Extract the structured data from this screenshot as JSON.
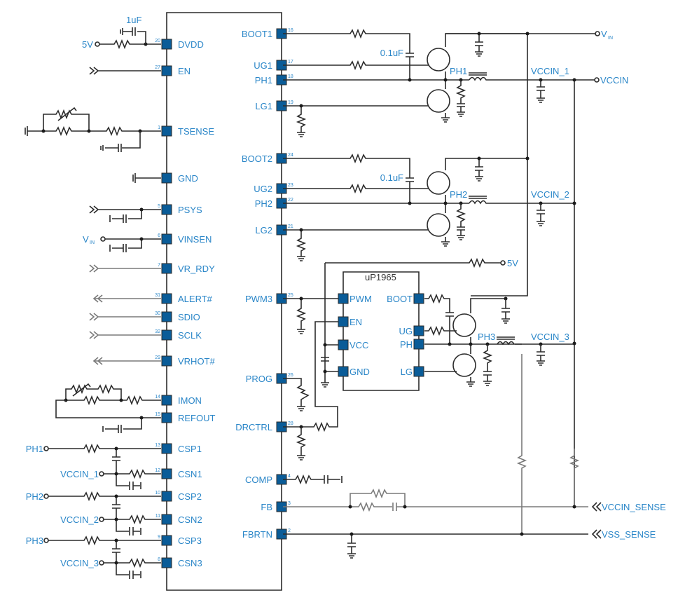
{
  "colors": {
    "label": "#2a86c8",
    "pin": "#0a5c98",
    "wire": "#2b2b2b"
  },
  "main_ic": {
    "left_pins": [
      {
        "name": "DVDD",
        "num": "20"
      },
      {
        "name": "EN",
        "num": "27"
      },
      {
        "name": "TSENSE",
        "num": "1"
      },
      {
        "name": "GND",
        "num": ""
      },
      {
        "name": "PSYS",
        "num": "5"
      },
      {
        "name": "VINSEN",
        "num": "6"
      },
      {
        "name": "VR_RDY",
        "num": "7"
      },
      {
        "name": "ALERT#",
        "num": "31"
      },
      {
        "name": "SDIO",
        "num": "30"
      },
      {
        "name": "SCLK",
        "num": "32"
      },
      {
        "name": "VRHOT#",
        "num": "29"
      },
      {
        "name": "IMON",
        "num": "14"
      },
      {
        "name": "REFOUT",
        "num": "15"
      },
      {
        "name": "CSP1",
        "num": "13"
      },
      {
        "name": "CSN1",
        "num": "12"
      },
      {
        "name": "CSP2",
        "num": "10"
      },
      {
        "name": "CSN2",
        "num": "11"
      },
      {
        "name": "CSP3",
        "num": "9"
      },
      {
        "name": "CSN3",
        "num": "8"
      }
    ],
    "right_pins": [
      {
        "name": "BOOT1",
        "num": "16"
      },
      {
        "name": "UG1",
        "num": "17"
      },
      {
        "name": "PH1",
        "num": "18"
      },
      {
        "name": "LG1",
        "num": "19"
      },
      {
        "name": "BOOT2",
        "num": "24"
      },
      {
        "name": "UG2",
        "num": "23"
      },
      {
        "name": "PH2",
        "num": "22"
      },
      {
        "name": "LG2",
        "num": "21"
      },
      {
        "name": "PWM3",
        "num": "25"
      },
      {
        "name": "PROG",
        "num": "26"
      },
      {
        "name": "DRCTRL",
        "num": "28"
      },
      {
        "name": "COMP",
        "num": "4"
      },
      {
        "name": "FB",
        "num": "3"
      },
      {
        "name": "FBRTN",
        "num": "2"
      }
    ]
  },
  "driver_ic": {
    "title": "uP1965",
    "left_pins": [
      "PWM",
      "EN",
      "VCC",
      "GND"
    ],
    "right_pins": [
      "BOOT",
      "UG",
      "PH",
      "LG"
    ]
  },
  "labels": {
    "cap_1uf": "1uF",
    "v5_dvdd": "5V",
    "v5_driver": "5V",
    "vin_left": "V",
    "vin_left_sub": "IN",
    "vin_right": "V",
    "vin_right_sub": "IN",
    "cap_boot1": "0.1uF",
    "cap_boot2": "0.1uF",
    "ph1": "PH1",
    "ph2": "PH2",
    "ph3": "PH3",
    "vccin_1": "VCCIN_1",
    "vccin_2": "VCCIN_2",
    "vccin_3": "VCCIN_3",
    "vccin_out": "VCCIN",
    "csp1_in": "PH1",
    "csn1_in": "VCCIN_1",
    "csp2_in": "PH2",
    "csn2_in": "VCCIN_2",
    "csp3_in": "PH3",
    "csn3_in": "VCCIN_3",
    "vccin_sense": "VCCIN_SENSE",
    "vss_sense": "VSS_SENSE"
  }
}
